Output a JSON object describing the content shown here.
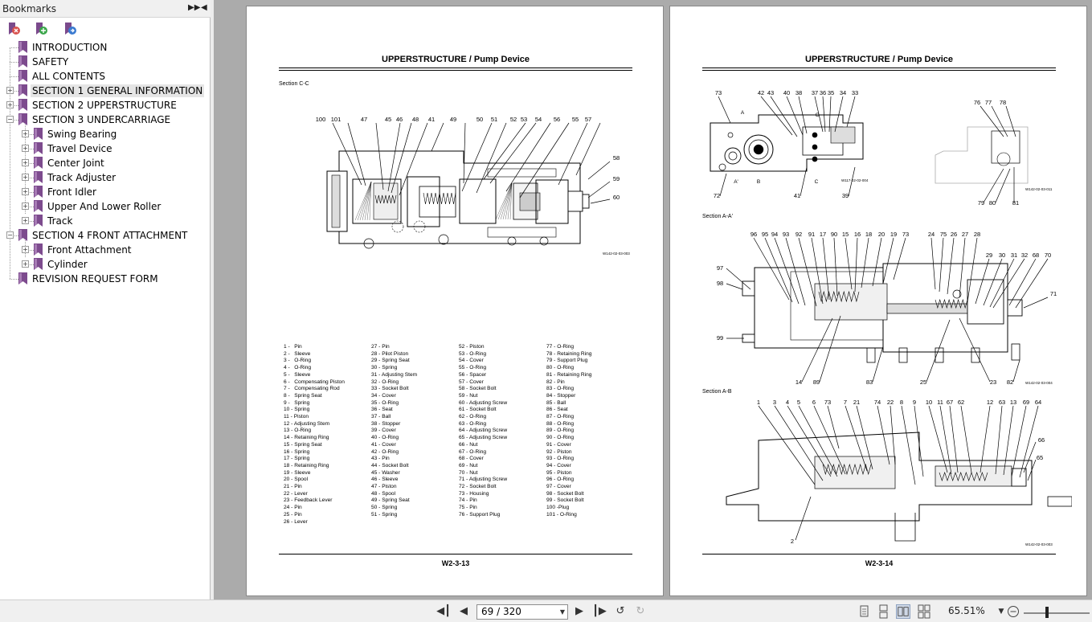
{
  "sidebar": {
    "title": "Bookmarks",
    "tools": [
      "delete-bookmark-icon",
      "add-bookmark-icon",
      "expand-bookmark-icon"
    ],
    "items": [
      {
        "label": "INTRODUCTION",
        "level": 0,
        "expander": "none"
      },
      {
        "label": "SAFETY",
        "level": 0,
        "expander": "none"
      },
      {
        "label": "ALL CONTENTS",
        "level": 0,
        "expander": "none"
      },
      {
        "label": "SECTION 1 GENERAL INFORMATION",
        "level": 0,
        "expander": "plus",
        "selected": true
      },
      {
        "label": "SECTION 2 UPPERSTRUCTURE",
        "level": 0,
        "expander": "plus"
      },
      {
        "label": "SECTION 3 UNDERCARRIAGE",
        "level": 0,
        "expander": "minus"
      },
      {
        "label": "Swing Bearing",
        "level": 1,
        "expander": "plus"
      },
      {
        "label": "Travel Device",
        "level": 1,
        "expander": "plus"
      },
      {
        "label": "Center Joint",
        "level": 1,
        "expander": "plus"
      },
      {
        "label": "Track Adjuster",
        "level": 1,
        "expander": "plus"
      },
      {
        "label": "Front Idler",
        "level": 1,
        "expander": "plus"
      },
      {
        "label": "Upper And Lower Roller",
        "level": 1,
        "expander": "plus"
      },
      {
        "label": "Track",
        "level": 1,
        "expander": "plus"
      },
      {
        "label": "SECTION 4 FRONT ATTACHMENT",
        "level": 0,
        "expander": "minus"
      },
      {
        "label": "Front Attachment",
        "level": 1,
        "expander": "plus"
      },
      {
        "label": "Cylinder",
        "level": 1,
        "expander": "plus"
      },
      {
        "label": "REVISION REQUEST FORM",
        "level": 0,
        "expander": "none"
      }
    ]
  },
  "left_page": {
    "header": "UPPERSTRUCTURE / Pump Device",
    "section": "Section C-C",
    "figure_code": "W142-02-03-003",
    "callouts_top": [
      "100",
      "101",
      "47",
      "45",
      "46",
      "48",
      "41",
      "49",
      "50",
      "51",
      "52",
      "53",
      "54",
      "56",
      "55",
      "57"
    ],
    "callouts_right": [
      "58",
      "59",
      "60"
    ],
    "parts": [
      [
        "1 -   Pin",
        "2 -   Sleeve",
        "3 -   O-Ring",
        "4 -   O-Ring",
        "5 -   Sleeve",
        "6 -   Compensating Piston",
        "7 -   Compensating Rod",
        "8 -   Spring Seat",
        "9 -   Spring",
        "10 - Spring",
        "11 - Piston",
        "12 - Adjusting Stem",
        "13 - O-Ring",
        "14 - Retaining Ring",
        "15 - Spring Seat",
        "16 - Spring",
        "17 - Spring",
        "18 - Retaining Ring",
        "19 - Sleeve",
        "20 - Spool",
        "21 - Pin",
        "22 - Lever",
        "23 - Feedback Lever",
        "24 - Pin",
        "25 - Pin",
        "26 - Lever"
      ],
      [
        "27 - Pin",
        "28 - Pilot Piston",
        "29 - Spring Seat",
        "30 - Spring",
        "31 - Adjusting Stem",
        "32 - O-Ring",
        "33 - Socket Bolt",
        "34 - Cover",
        "35 - O-Ring",
        "36 - Seat",
        "37 - Ball",
        "38 - Stopper",
        "39 - Cover",
        "40 - O-Ring",
        "41 - Cover",
        "42 - O-Ring",
        "43 - Pin",
        "44 - Socket Bolt",
        "45 - Washer",
        "46 - Sleeve",
        "47 - Piston",
        "48 - Spool",
        "49 - Spring Seat",
        "50 - Spring",
        "51 - Spring"
      ],
      [
        "52 - Piston",
        "53 - O-Ring",
        "54 - Cover",
        "55 - O-Ring",
        "56 - Spacer",
        "57 - Cover",
        "58 - Socket Bolt",
        "59 - Nut",
        "60 - Adjusting Screw",
        "61 - Socket Bolt",
        "62 - O-Ring",
        "63 - O-Ring",
        "64 - Adjusting Screw",
        "65 - Adjusting Screw",
        "66 - Nut",
        "67 - O-Ring",
        "68 - Cover",
        "69 - Nut",
        "70 - Nut",
        "71 - Adjusting Screw",
        "72 - Socket Bolt",
        "73 - Housing",
        "74 - Pin",
        "75 - Pin",
        "76 - Support Plug"
      ],
      [
        "77 - O-Ring",
        "78 - Retaining Ring",
        "79 - Support Plug",
        "80 - O-Ring",
        "81 - Retaining Ring",
        "82 - Pin",
        "83 - O-Ring",
        "84 - Stopper",
        "85 - Ball",
        "86 - Seat",
        "87 - O-Ring",
        "88 - O-Ring",
        "89 - O-Ring",
        "90 - O-Ring",
        "91 - Cover",
        "92 - Piston",
        "93 - O-Ring",
        "94 - Cover",
        "95 - Piston",
        "96 - O-Ring",
        "97 - Cover",
        "98 - Socket Bolt",
        "99 - Socket Bolt",
        "100 -Plug",
        "101 - O-Ring"
      ]
    ],
    "footer": "W2-3-13"
  },
  "right_page": {
    "header": "UPPERSTRUCTURE / Pump Device",
    "sections": [
      "Section A-A'",
      "Section A-B"
    ],
    "figure_codes": [
      "W117-02-02-004",
      "W142-02-03-011",
      "W142-02-03-004",
      "W142-02-03-003"
    ],
    "footer": "W2-3-14",
    "callouts_fig1": [
      "73",
      "42",
      "43",
      "40",
      "38",
      "37",
      "36",
      "35",
      "34",
      "33",
      "72",
      "41",
      "39",
      "A",
      "A'",
      "B",
      "C",
      "C"
    ],
    "callouts_fig2": [
      "76",
      "77",
      "78",
      "79",
      "80",
      "81"
    ],
    "callouts_aa": [
      "96",
      "95",
      "94",
      "93",
      "92",
      "91",
      "17",
      "90",
      "15",
      "16",
      "18",
      "20",
      "19",
      "73",
      "24",
      "75",
      "26",
      "27",
      "28",
      "29",
      "30",
      "31",
      "32",
      "68",
      "70",
      "97",
      "98",
      "99",
      "71",
      "14",
      "89",
      "83",
      "25",
      "23",
      "82"
    ],
    "callouts_ab": [
      "1",
      "3",
      "4",
      "5",
      "6",
      "73",
      "7",
      "21",
      "74",
      "22",
      "8",
      "9",
      "10",
      "11",
      "67",
      "62",
      "12",
      "63",
      "13",
      "69",
      "64",
      "66",
      "65",
      "2"
    ]
  },
  "toolbar": {
    "page_value": "69 / 320",
    "zoom": "65.51%"
  }
}
